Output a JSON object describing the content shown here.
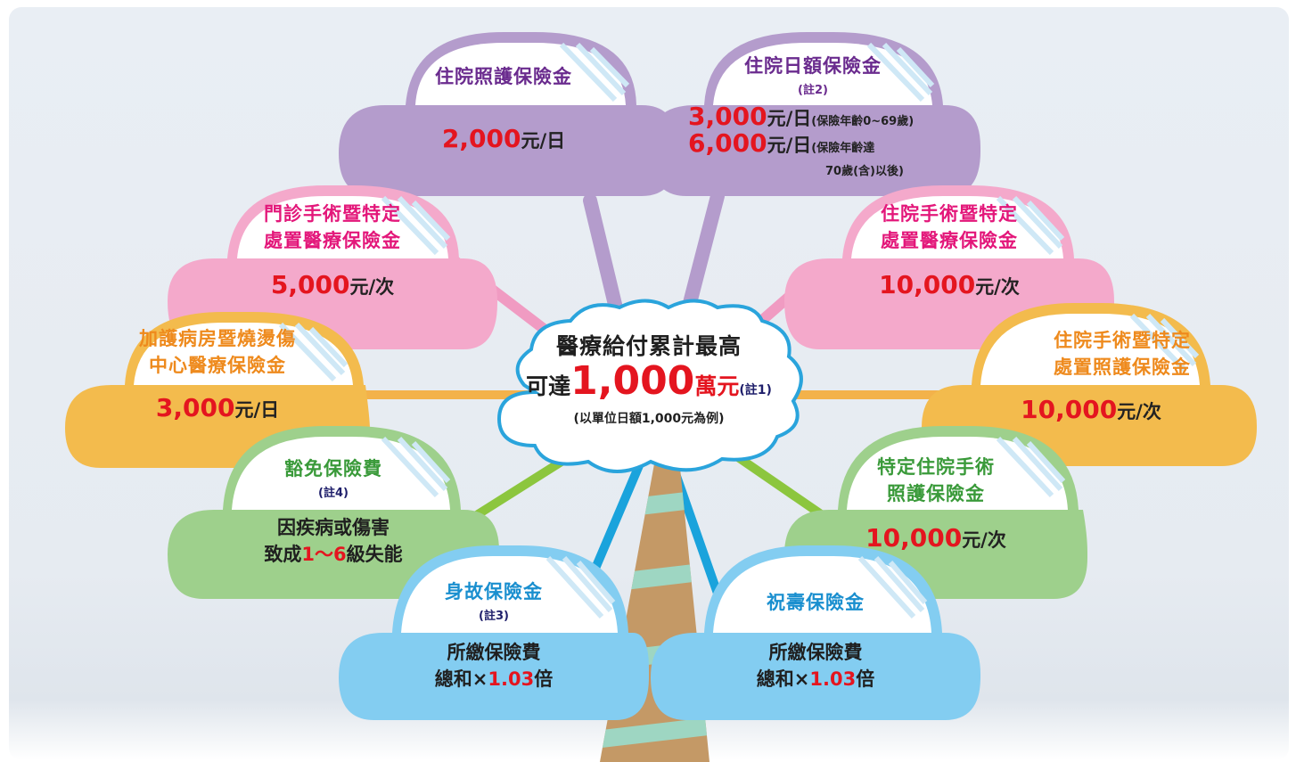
{
  "center": {
    "line1": "醫療給付累計最高",
    "line2_prefix": "可達",
    "line2_value": "1,000",
    "line2_unit": "萬元",
    "line2_note": "(註1)",
    "line3": "(以單位日額1,000元為例)"
  },
  "items": {
    "hospital_care": {
      "title": "住院照護保險金",
      "value": "2,000",
      "unit": "元/日"
    },
    "daily_hospital": {
      "title": "住院日額保險金",
      "note": "(註2)",
      "value1": "3,000",
      "unit1": "元/日",
      "cond1": "(保險年齡0~69歲)",
      "value2": "6,000",
      "unit2": "元/日",
      "cond2a": "(保險年齡達",
      "cond2b": "70歲(含)以後)"
    },
    "outpatient_surgery": {
      "title_l1": "門診手術暨特定",
      "title_l2": "處置醫療保險金",
      "value": "5,000",
      "unit": "元/次"
    },
    "inpatient_surgery_medical": {
      "title_l1": "住院手術暨特定",
      "title_l2": "處置醫療保險金",
      "value": "10,000",
      "unit": "元/次"
    },
    "icu_burn": {
      "title_l1": "加護病房暨燒燙傷",
      "title_l2": "中心醫療保險金",
      "value": "3,000",
      "unit": "元/日"
    },
    "inpatient_surgery_care": {
      "title_l1": "住院手術暨特定",
      "title_l2": "處置照護保險金",
      "value": "10,000",
      "unit": "元/次"
    },
    "premium_waiver": {
      "title": "豁免保險費",
      "note": "(註4)",
      "line1": "因疾病或傷害",
      "line2_prefix": "致成",
      "line2_value": "1～6",
      "line2_suffix": "級失能"
    },
    "specific_surgery_care": {
      "title_l1": "特定住院手術",
      "title_l2": "照護保險金",
      "value": "10,000",
      "unit": "元/次"
    },
    "death": {
      "title": "身故保險金",
      "note": "(註3)",
      "line1": "所繳保險費",
      "line2_prefix": "總和×",
      "line2_value": "1.03",
      "line2_suffix": "倍"
    },
    "longevity": {
      "title": "祝壽保險金",
      "line1": "所繳保險費",
      "line2_prefix": "總和×",
      "line2_value": "1.03",
      "line2_suffix": "倍"
    }
  },
  "colors": {
    "purple": "#b49ccc",
    "pink": "#f4a9cb",
    "orange": "#f3bb4d",
    "green": "#9ed08c",
    "blue": "#83cdf1",
    "red": "#e4151f",
    "trunk": "#c49966",
    "trunk_stripe": "#9ed6c2"
  }
}
